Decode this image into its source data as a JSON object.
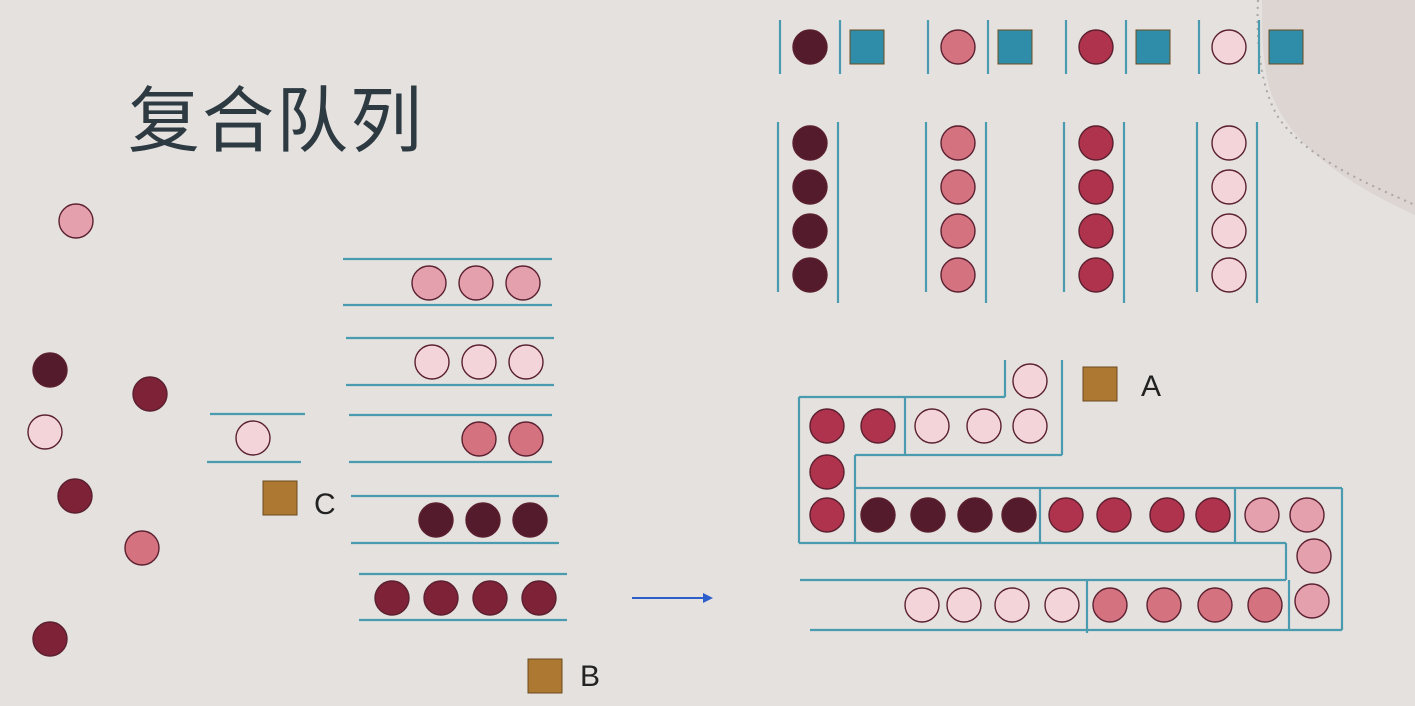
{
  "slide": {
    "title": "复合队列"
  },
  "palette": {
    "dark": "#531b2b",
    "crimson": "#7d2237",
    "red": "#b0334d",
    "rose": "#d5727f",
    "pink": "#e5a0ae",
    "pale": "#f3d5d9",
    "line": "#4a9bb0",
    "task": "#ac7832",
    "consumer": "#2f8da9",
    "arrow": "#2d5fcc",
    "background": "#e5e1de",
    "deco": "#dcd5d2"
  },
  "labels": {
    "a": "A",
    "b": "B",
    "c": "C"
  },
  "scattered_items": [
    "pink",
    "dark",
    "crimson",
    "pale",
    "crimson",
    "rose",
    "crimson"
  ],
  "left_queues": [
    {
      "count": 3,
      "kind": "pink"
    },
    {
      "count": 3,
      "kind": "pale"
    },
    {
      "count": 2,
      "kind": "rose"
    },
    {
      "count": 3,
      "kind": "dark"
    },
    {
      "count": 4,
      "kind": "crimson"
    }
  ],
  "small_queue": {
    "count": 1,
    "kind": "pale"
  },
  "consumer_lanes": [
    {
      "head": "dark",
      "items": [
        "dark",
        "dark",
        "dark",
        "dark"
      ]
    },
    {
      "head": "rose",
      "items": [
        "rose",
        "rose",
        "rose",
        "rose"
      ]
    },
    {
      "head": "red",
      "items": [
        "red",
        "red",
        "red",
        "red"
      ]
    },
    {
      "head": "pale",
      "items": [
        "pale",
        "pale",
        "pale",
        "pale"
      ]
    }
  ],
  "composite_queue": {
    "row1": [
      "red",
      "red",
      "pale",
      "pale",
      "pale"
    ],
    "overflow": [
      "pale"
    ],
    "col_left": [
      "red"
    ],
    "row2": [
      "red",
      "dark",
      "dark",
      "dark",
      "dark",
      "red",
      "red",
      "red",
      "red",
      "pink",
      "pink"
    ],
    "col_right": [
      "pink"
    ],
    "row3": [
      "pale",
      "pale",
      "pale",
      "pale",
      "rose",
      "rose",
      "rose",
      "rose",
      "pink"
    ]
  }
}
